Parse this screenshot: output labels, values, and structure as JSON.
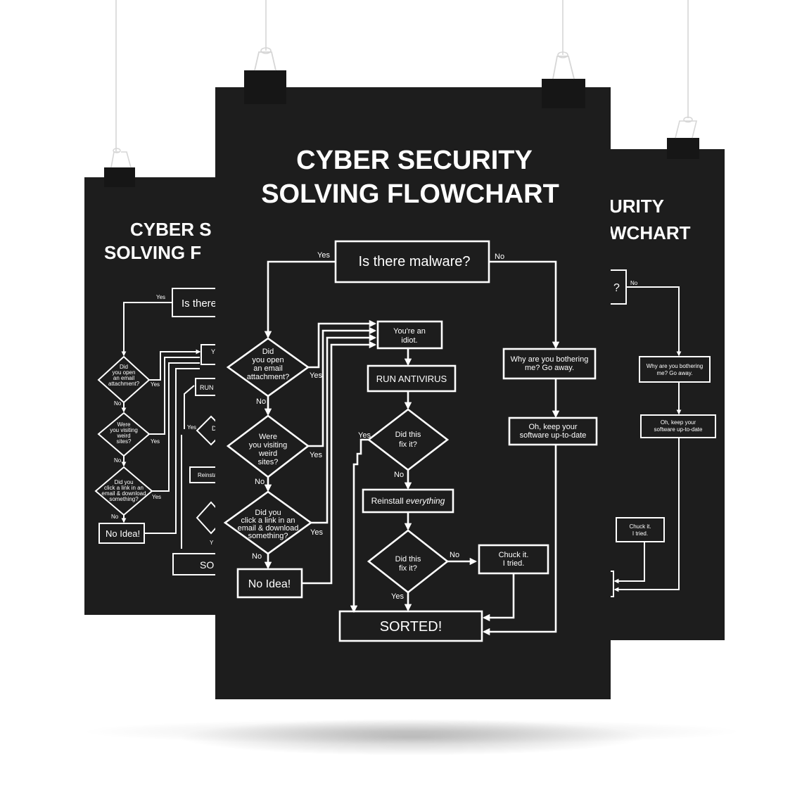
{
  "poster": {
    "title_line1": "CYBER SECURITY",
    "title_line2": "SOLVING FLOWCHART"
  },
  "side_left": {
    "title_line1": "CYBER S",
    "title_line2": "SOLVING F",
    "start_partial": "Is there",
    "yes": "Yes",
    "no": "No",
    "q1": [
      "Did",
      "you open",
      "an email",
      "attachment?"
    ],
    "q2": [
      "Were",
      "you visiting",
      "weird",
      "sites?"
    ],
    "q3": [
      "Did you",
      "click a link in an",
      "email & download",
      "something?"
    ],
    "no_idea": "No Idea!",
    "y_partial": "Y",
    "run_partial": "RUN",
    "d_partial": "D",
    "reinstall_partial": "Reinstall",
    "sorted_partial": "SO"
  },
  "side_right": {
    "title_line1": "URITY",
    "title_line2": "WCHART",
    "start_partial": "?",
    "no": "No",
    "why": [
      "Why are you bothering",
      "me? Go away."
    ],
    "update": [
      "Oh, keep your",
      "software up-to-date"
    ],
    "chuck": [
      "Chuck it.",
      "I tried."
    ]
  },
  "flow": {
    "start": "Is there malware?",
    "yes": "Yes",
    "no": "No",
    "q1": [
      "Did",
      "you open",
      "an email",
      "attachment?"
    ],
    "q2": [
      "Were",
      "you visiting",
      "weird",
      "sites?"
    ],
    "q3": [
      "Did you",
      "click a link in an",
      "email & download",
      "something?"
    ],
    "no_idea": "No Idea!",
    "idiot": [
      "You're an",
      "idiot."
    ],
    "run_antivirus": "RUN ANTIVIRUS",
    "fix1": [
      "Did this",
      "fix it?"
    ],
    "reinstall_prefix": "Reinstall ",
    "reinstall_emph": "everything",
    "fix2": [
      "Did this",
      "fix it?"
    ],
    "chuck": [
      "Chuck it.",
      "I tried."
    ],
    "sorted": "SORTED!",
    "why": [
      "Why are you bothering",
      "me? Go away."
    ],
    "update": [
      "Oh, keep your",
      "software up-to-date"
    ]
  }
}
